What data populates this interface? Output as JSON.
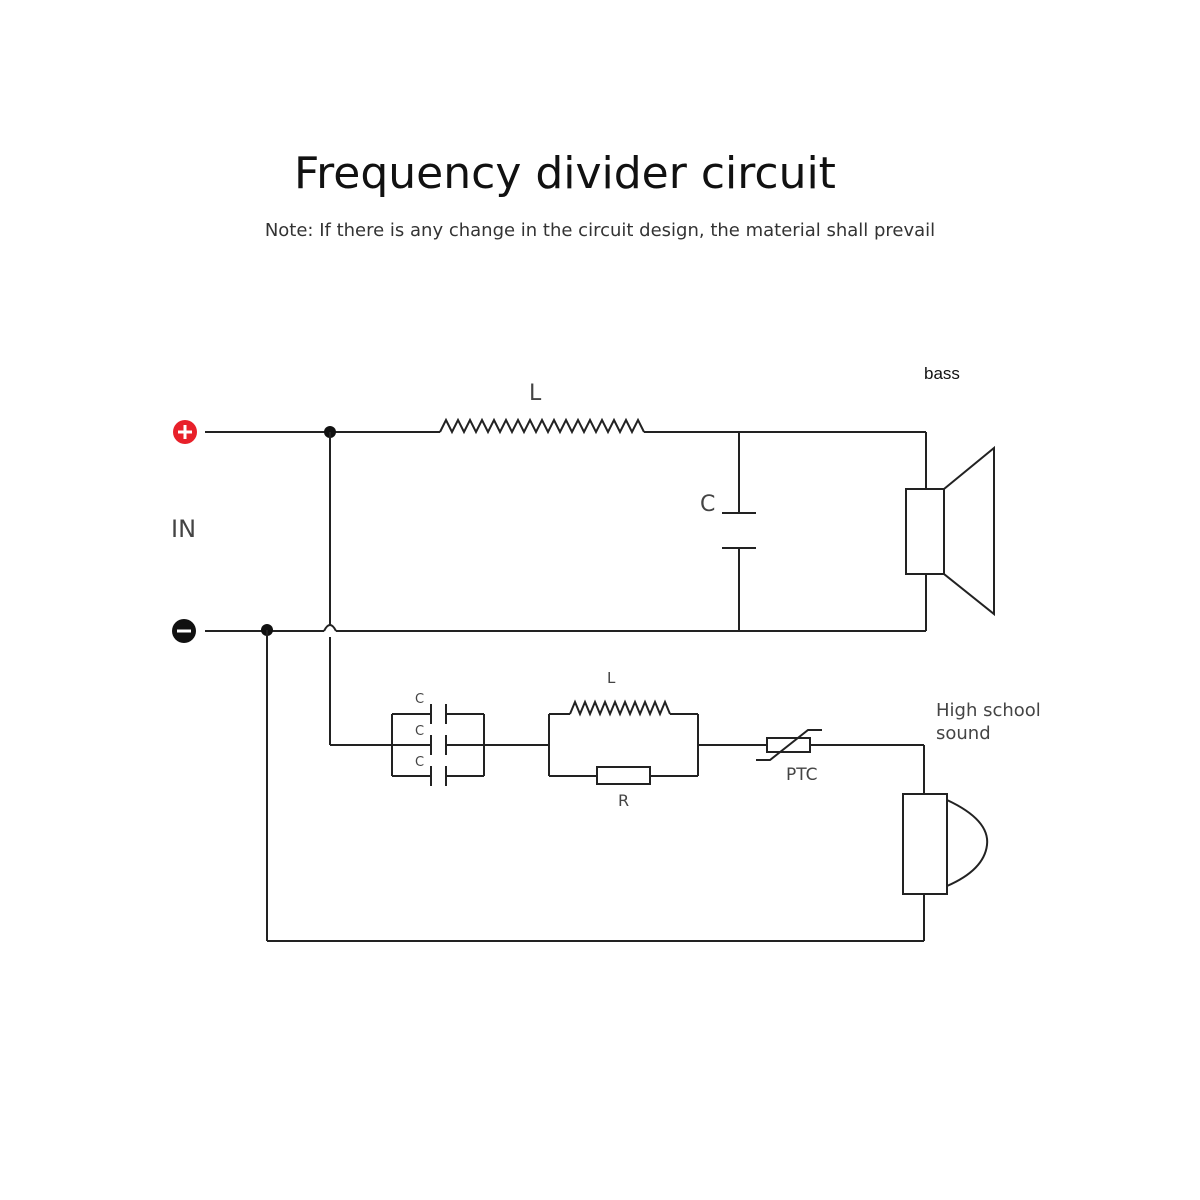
{
  "header": {
    "title": "Frequency divider circuit",
    "note": "Note: If there is any change in the circuit design, the material shall prevail"
  },
  "circuit": {
    "input_label": "IN",
    "plus_symbol": "+",
    "minus_symbol": "−",
    "bass_label": "bass",
    "treble_label_line1": "High school",
    "treble_label_line2": "sound",
    "bass_inductor_label": "L",
    "bass_capacitor_label": "C",
    "treble_cap_labels": [
      "C",
      "C",
      "C"
    ],
    "treble_inductor_label": "L",
    "treble_resistor_label": "R",
    "ptc_label": "PTC",
    "colors": {
      "plus": "#e8202a",
      "minus": "#111111",
      "wire": "#222222"
    }
  }
}
